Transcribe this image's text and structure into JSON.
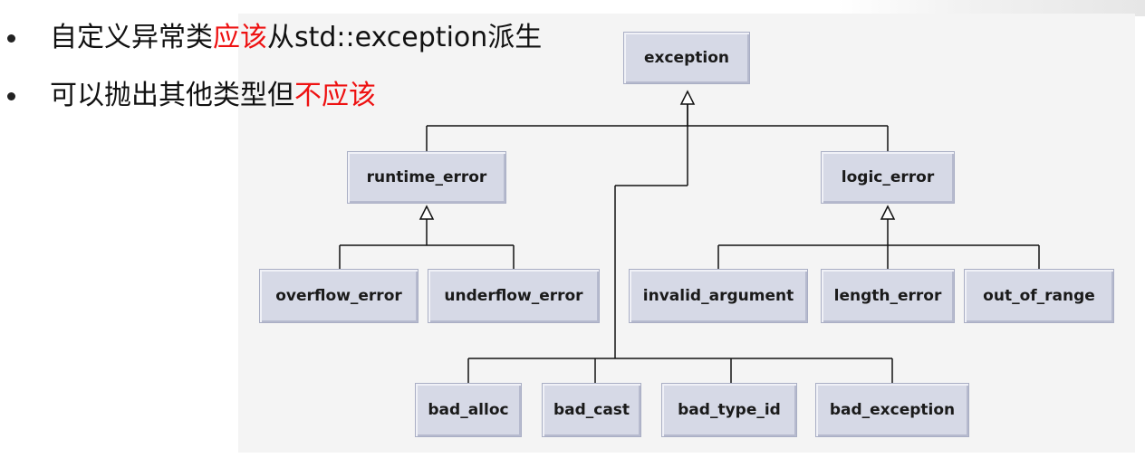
{
  "bullets": [
    {
      "prefix": "自定义异常类",
      "highlight": "应该",
      "suffix": "从std::exception派生"
    },
    {
      "prefix": "可以抛出其他类型但",
      "highlight": "不应该",
      "suffix": ""
    }
  ],
  "colors": {
    "highlight": "#ee1111",
    "node_fill": "#d6d9e6",
    "line": "#111111"
  },
  "diagram": {
    "nodes": {
      "exception": "exception",
      "runtime_error": "runtime_error",
      "logic_error": "logic_error",
      "overflow_error": "overflow_error",
      "underflow_error": "underflow_error",
      "invalid_argument": "invalid_argument",
      "length_error": "length_error",
      "out_of_range": "out_of_range",
      "bad_alloc": "bad_alloc",
      "bad_cast": "bad_cast",
      "bad_type_id": "bad_type_id",
      "bad_exception": "bad_exception"
    }
  }
}
